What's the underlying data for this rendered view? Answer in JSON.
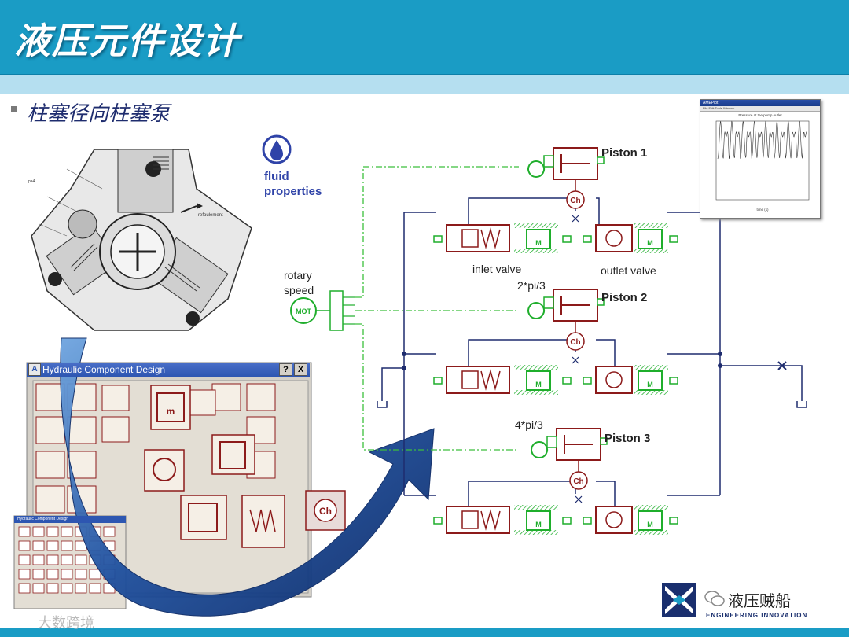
{
  "slide": {
    "title": "液压元件设计",
    "subtitle": "柱塞径向柱塞泵"
  },
  "drawing": {
    "label_refoulement": "refoulement",
    "label_part": "pa4"
  },
  "fluid": {
    "label_line1": "fluid",
    "label_line2": "properties",
    "icon": "water-drop-icon"
  },
  "rotary": {
    "label_line1": "rotary",
    "label_line2": "speed",
    "motor_label": "MOT"
  },
  "pistons": [
    {
      "name": "Piston 1",
      "phase": ""
    },
    {
      "name": "Piston 2",
      "phase": "2*pi/3"
    },
    {
      "name": "Piston 3",
      "phase": "4*pi/3"
    }
  ],
  "valves": {
    "inlet": "inlet valve",
    "outlet": "outlet valve"
  },
  "component_labels": {
    "chamber": "Ch",
    "mass": "M",
    "mass_lower": "m"
  },
  "library_window": {
    "title": "Hydraulic Component Design",
    "help_button": "?",
    "close_button": "X"
  },
  "small_window": {
    "title": "Hydraulic Component Design"
  },
  "plot_window": {
    "title": "AMEPlot",
    "menu": "File  Edit  Tools  Window",
    "caption": "Pressure at the pump outlet",
    "xlabel": "time (s)"
  },
  "brand": {
    "name": "液压贼船",
    "tagline": "ENGINEERING INNOVATION",
    "wechat_icon": "wechat-icon",
    "logo": "lms-logo"
  },
  "watermark": {
    "text": "大数跨境"
  },
  "colors": {
    "header": "#1a9cc5",
    "hydraulic_red": "#8c1a1a",
    "green": "#1fae2c",
    "navy": "#1e2c6e",
    "signal_green": "#3cbf3c"
  }
}
